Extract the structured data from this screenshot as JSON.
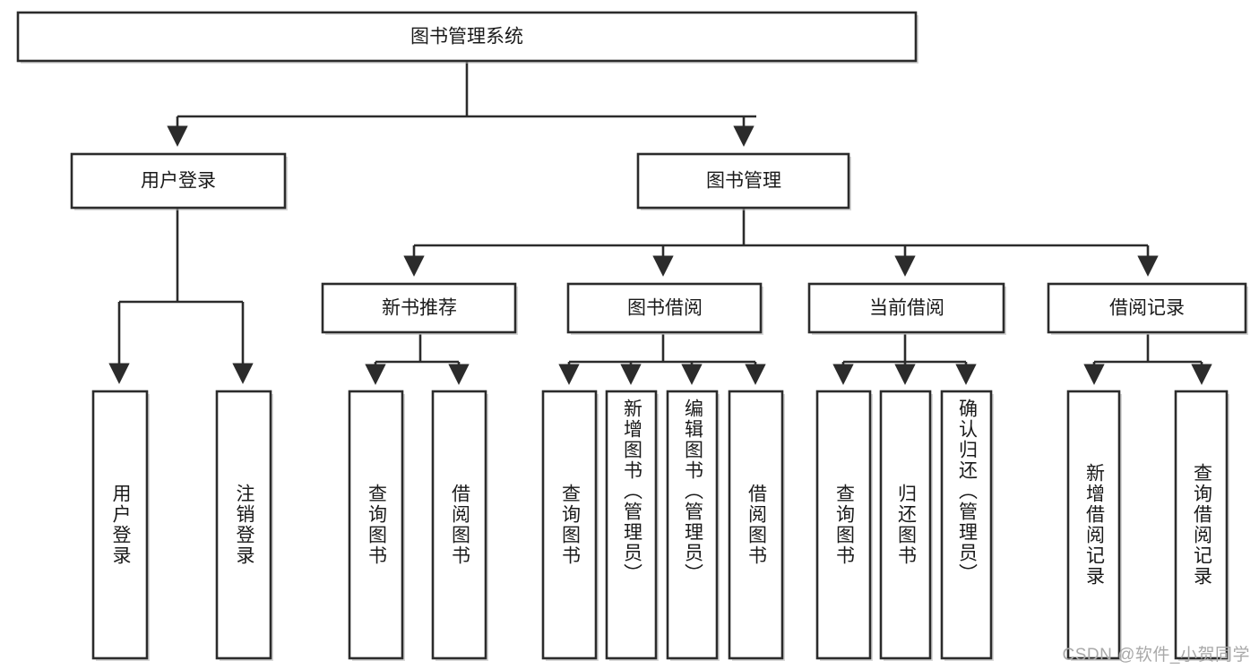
{
  "diagram": {
    "title": "图书管理系统",
    "type": "tree",
    "levels": 4,
    "root": {
      "id": "root",
      "label": "图书管理系统",
      "orientation": "horizontal"
    },
    "level2": [
      {
        "id": "user-login",
        "label": "用户登录",
        "orientation": "horizontal"
      },
      {
        "id": "book-manage",
        "label": "图书管理",
        "orientation": "horizontal"
      }
    ],
    "level3": [
      {
        "id": "new-book-recommend",
        "label": "新书推荐",
        "parent": "book-manage",
        "orientation": "horizontal"
      },
      {
        "id": "book-borrow",
        "label": "图书借阅",
        "parent": "book-manage",
        "orientation": "horizontal"
      },
      {
        "id": "current-borrow",
        "label": "当前借阅",
        "parent": "book-manage",
        "orientation": "horizontal"
      },
      {
        "id": "borrow-record",
        "label": "借阅记录",
        "parent": "book-manage",
        "orientation": "horizontal"
      }
    ],
    "leaves": [
      {
        "id": "leaf-user-login",
        "label": "用户登录",
        "parent": "user-login",
        "orientation": "vertical"
      },
      {
        "id": "leaf-logout-login",
        "label": "注销登录",
        "parent": "user-login",
        "orientation": "vertical"
      },
      {
        "id": "leaf-query-book-1",
        "label": "查询图书",
        "parent": "new-book-recommend",
        "orientation": "vertical"
      },
      {
        "id": "leaf-borrow-book-1",
        "label": "借阅图书",
        "parent": "new-book-recommend",
        "orientation": "vertical"
      },
      {
        "id": "leaf-query-book-2",
        "label": "查询图书",
        "parent": "book-borrow",
        "orientation": "vertical"
      },
      {
        "id": "leaf-add-book-admin",
        "label": "新增图书（管理员）",
        "parent": "book-borrow",
        "orientation": "vertical"
      },
      {
        "id": "leaf-edit-book-admin",
        "label": "编辑图书（管理员）",
        "parent": "book-borrow",
        "orientation": "vertical"
      },
      {
        "id": "leaf-borrow-book-2",
        "label": "借阅图书",
        "parent": "book-borrow",
        "orientation": "vertical"
      },
      {
        "id": "leaf-query-book-3",
        "label": "查询图书",
        "parent": "current-borrow",
        "orientation": "vertical"
      },
      {
        "id": "leaf-return-book",
        "label": "归还图书",
        "parent": "current-borrow",
        "orientation": "vertical"
      },
      {
        "id": "leaf-confirm-return-admin",
        "label": "确认归还（管理员）",
        "parent": "current-borrow",
        "orientation": "vertical"
      },
      {
        "id": "leaf-add-borrow-record",
        "label": "新增借阅记录",
        "parent": "borrow-record",
        "orientation": "vertical"
      },
      {
        "id": "leaf-query-borrow-record",
        "label": "查询借阅记录",
        "parent": "borrow-record",
        "orientation": "vertical"
      }
    ]
  },
  "watermark": {
    "text": "CSDN @软件_小贺同学"
  },
  "colors": {
    "stroke": "#2b2b2b",
    "fill": "#ffffff",
    "text": "#1a1a1a",
    "watermark": "#a9a9a9",
    "background": "#ffffff"
  }
}
